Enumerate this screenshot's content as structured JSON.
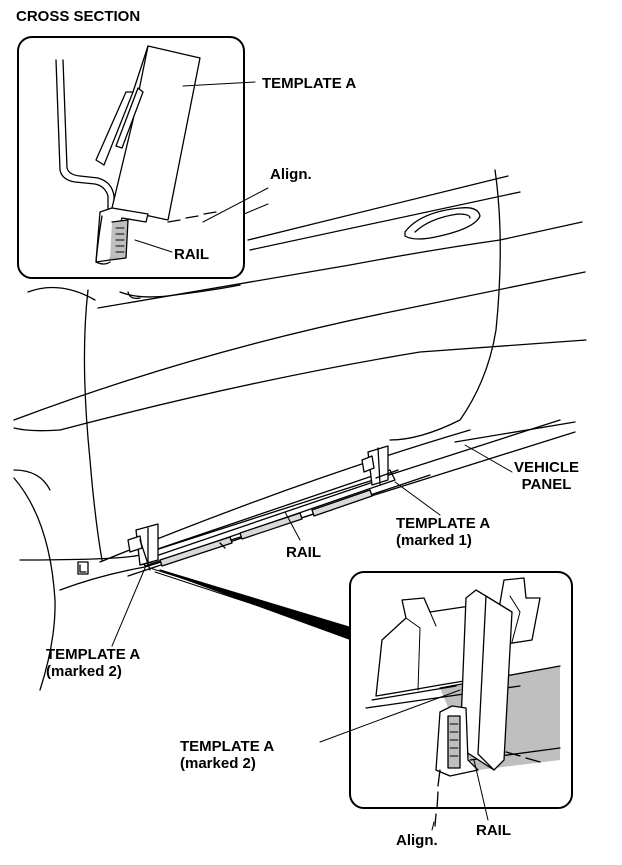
{
  "diagram": {
    "title": "CROSS SECTION",
    "labels": {
      "template_a_top": "TEMPLATE A",
      "align_top": "Align.",
      "rail_top": "RAIL",
      "vehicle_panel": "VEHICLE\nPANEL",
      "template_a_marked1": "TEMPLATE A\n(marked 1)",
      "rail_mid": "RAIL",
      "template_a_marked2_left": "TEMPLATE A\n(marked 2)",
      "template_a_marked2_inset": "TEMPLATE A\n(marked 2)",
      "align_bottom": "Align.",
      "rail_bottom": "RAIL"
    },
    "colors": {
      "line": "#000000",
      "rail_shade": "#bfbfbf",
      "background": "#ffffff"
    }
  }
}
